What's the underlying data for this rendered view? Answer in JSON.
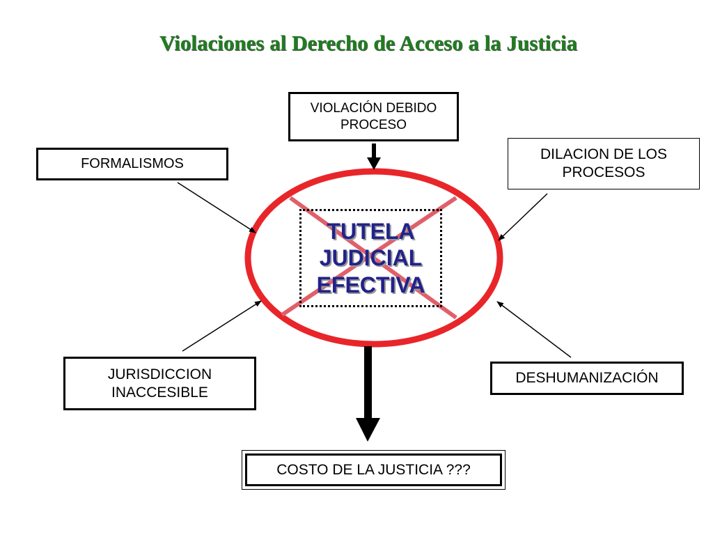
{
  "title": "Violaciones al Derecho de Acceso a la Justicia",
  "nodes": {
    "violacion": "VIOLACIÓN DEBIDO PROCESO",
    "formalismos": "FORMALISMOS",
    "dilacion": "DILACION DE LOS PROCESOS",
    "jurisdiccion": "JURISDICCION INACCESIBLE",
    "deshumanizacion": "DESHUMANIZACIÓN",
    "costo": "COSTO DE LA JUSTICIA ???"
  },
  "core": {
    "line1": "TUTELA",
    "line2": "JUDICIAL",
    "line3": "EFECTIVA"
  },
  "colors": {
    "title": "#1e7d1e",
    "ellipse": "#e8262a",
    "cross": "#e0606a",
    "core_text": "#22228a"
  }
}
